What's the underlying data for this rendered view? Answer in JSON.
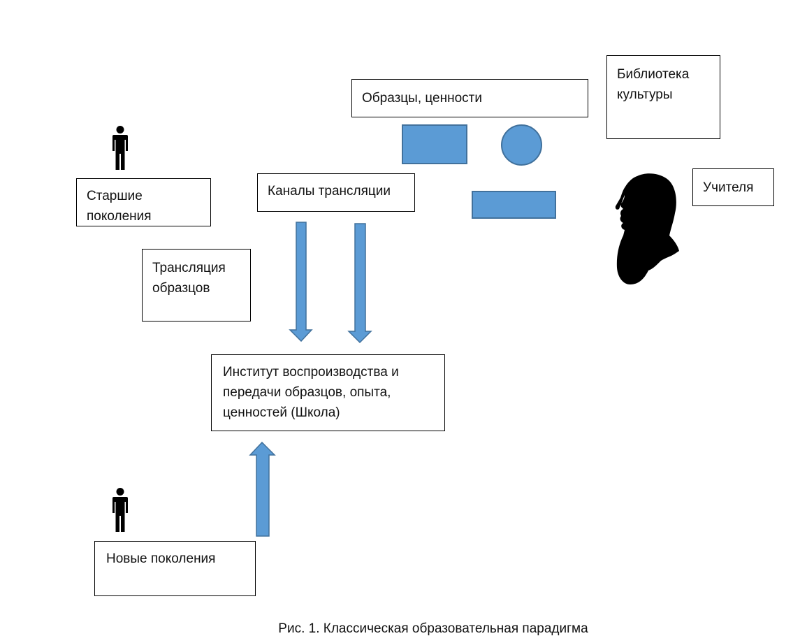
{
  "boxes": {
    "samples_values": "Образцы, ценности",
    "library": [
      "Библиотека",
      "культуры"
    ],
    "teachers": "Учителя",
    "older_generations": [
      "Старшие",
      "поколения"
    ],
    "channels": "Каналы трансляции",
    "translation": [
      "Трансляция",
      "образцов"
    ],
    "institute": [
      "Институт воспроизводства и",
      "передачи образцов, опыта,",
      "ценностей (Школа)"
    ],
    "new_generations": "Новые поколения"
  },
  "caption": "Рис. 1. Классическая образовательная парадигма",
  "colors": {
    "shape_fill": "#5B9BD5",
    "shape_stroke": "#41719C",
    "border": "#000000",
    "silhouette": "#000000"
  },
  "icons": [
    "person-icon",
    "person-icon",
    "teacher-silhouette-icon"
  ]
}
